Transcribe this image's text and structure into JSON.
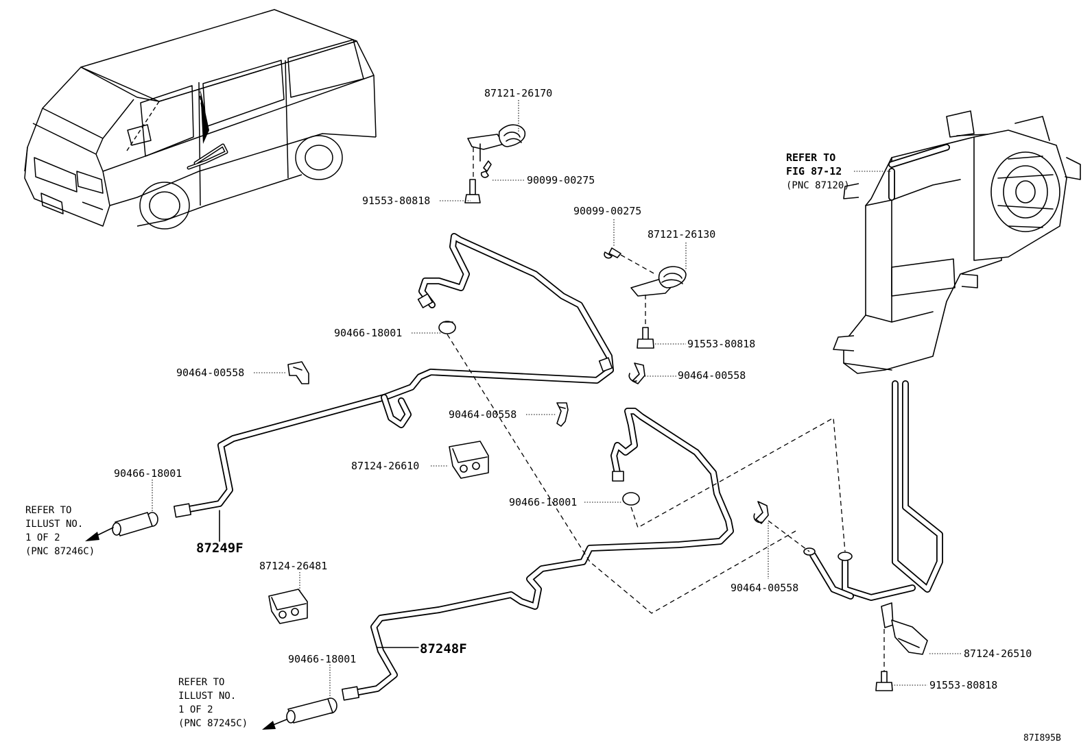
{
  "parts": {
    "p_87121_26170": "87121-26170",
    "p_90099_00275_a": "90099-00275",
    "p_91553_80818_a": "91553-80818",
    "p_90099_00275_b": "90099-00275",
    "p_87121_26130": "87121-26130",
    "p_91553_80818_b": "91553-80818",
    "p_90466_18001_a": "90466-18001",
    "p_90464_00558_a": "90464-00558",
    "p_90464_00558_b": "90464-00558",
    "p_90464_00558_c": "90464-00558",
    "p_87124_26610": "87124-26610",
    "p_90466_18001_b": "90466-18001",
    "p_90466_18001_c": "90466-18001",
    "p_90464_00558_d": "90464-00558",
    "p_87124_26481": "87124-26481",
    "p_90466_18001_d": "90466-18001",
    "p_87124_26510": "87124-26510",
    "p_91553_80818_c": "91553-80818",
    "p_87249F": "87249F",
    "p_87248F": "87248F"
  },
  "refs": {
    "fig": {
      "line1": "REFER TO",
      "line2": "FIG 87-12",
      "line3": "(PNC 87120)"
    },
    "illust_upper": {
      "line1": "REFER TO",
      "line2": "ILLUST NO.",
      "line3": "1 OF 2",
      "line4": "(PNC 87246C)"
    },
    "illust_lower": {
      "line1": "REFER TO",
      "line2": "ILLUST NO.",
      "line3": "1 OF 2",
      "line4": "(PNC 87245C)"
    }
  },
  "diagram_code": "87I895B"
}
